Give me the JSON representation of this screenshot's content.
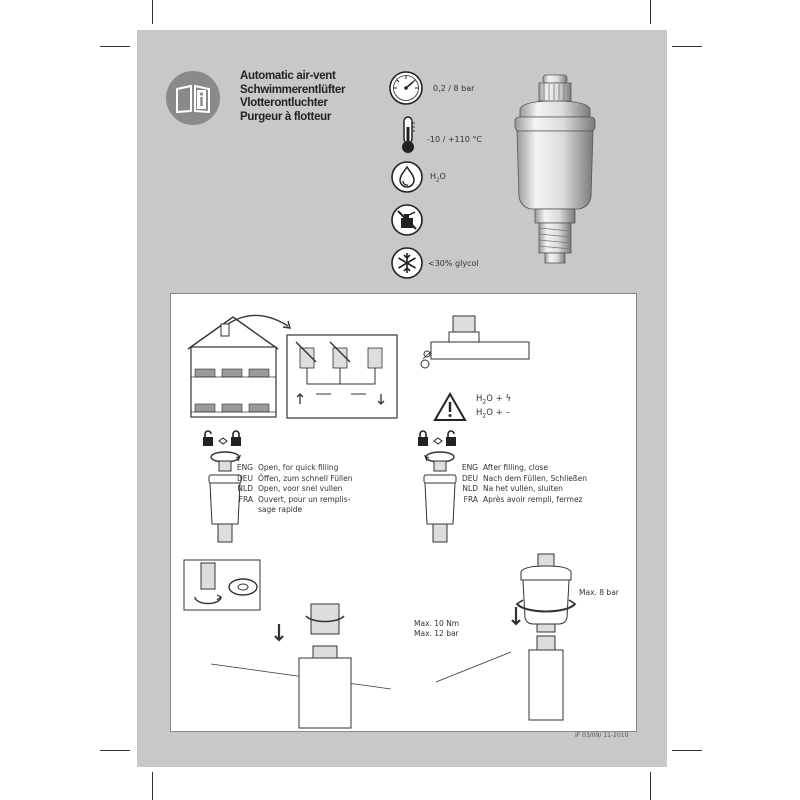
{
  "titles": {
    "eng": "Automatic air-vent",
    "deu": "Schwimmerentlüfter",
    "nld": "Vlotterontluchter",
    "fra": "Purgeur à flotteur"
  },
  "specs": {
    "pressure": "0,2 / 8 bar",
    "temperature": "-10 / +110 °C",
    "medium_main": "H",
    "medium_sub": "2",
    "medium_end": "O",
    "glycol": "<30% glycol"
  },
  "icons": {
    "info": "info-book-icon",
    "pressure": "pressure-gauge-icon",
    "temperature": "thermometer-icon",
    "medium": "water-drop-icon",
    "no_oil": "no-oil-icon",
    "frost": "snowflake-icon"
  },
  "step_open": {
    "lines": [
      {
        "code": "ENG",
        "text": "Open, for quick filling"
      },
      {
        "code": "DEU",
        "text": "Öffen, zum schnell Füllen"
      },
      {
        "code": "NLD",
        "text": "Open, voor snel vullen"
      },
      {
        "code": "FRA",
        "text": "Ouvert, pour un remplis-"
      },
      {
        "code": "",
        "text": "sage rapide"
      }
    ]
  },
  "step_close": {
    "lines": [
      {
        "code": "ENG",
        "text": "After filling, close"
      },
      {
        "code": "DEU",
        "text": "Nach dem Füllen, Schließen"
      },
      {
        "code": "NLD",
        "text": "Na het vullen, sluiten"
      },
      {
        "code": "FRA",
        "text": "Après avoir rempli, fermez"
      }
    ]
  },
  "warning": {
    "line1_pre": "H",
    "line1_sub": "2",
    "line1_post": "O + ϟ",
    "line2_pre": "H",
    "line2_sub": "2",
    "line2_post": "O + ⎯"
  },
  "install": {
    "max_torque": "Max. 10 Nm",
    "max_pressure": "Max. 12 bar",
    "max_pressure_test": "Max. 8 bar"
  },
  "doc_number": "IF 03/09/ 11-2010",
  "colors": {
    "page_bg": "#c8c8c8",
    "panel_bg": "#ffffff",
    "line": "#333333"
  }
}
